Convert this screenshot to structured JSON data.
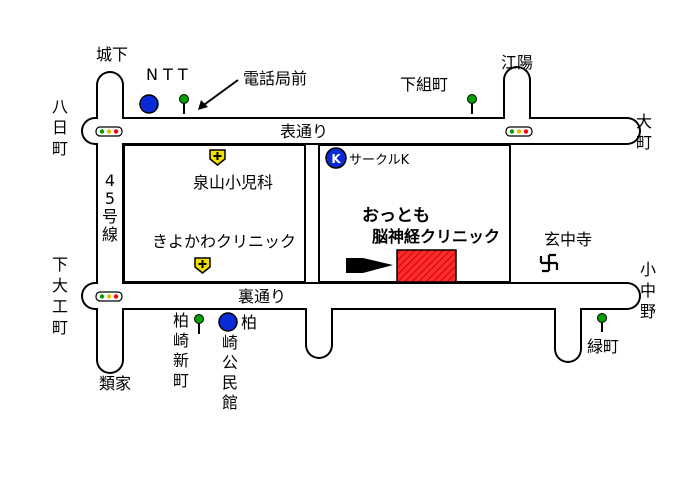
{
  "map": {
    "roads": {
      "omote_dori": "表通り",
      "ura_dori": "裏通り",
      "route_45": [
        "4",
        "5",
        "号",
        "線"
      ]
    },
    "places": {
      "shiroshita": "城下",
      "ntt": "N T T",
      "denwakyoku_mae": "電話局前",
      "shimogumicho": "下組町",
      "koyo": "江陽",
      "yokamachi": [
        "八",
        "日",
        "町"
      ],
      "omachi": [
        "大",
        "町"
      ],
      "izumiyama_shonika": "泉山小児科",
      "kiyokawa_clinic": "きよかわクリニック",
      "circle_k": "サークルK",
      "clinic_name_1": "おっとも",
      "clinic_name_2": "脳神経クリニック",
      "genchuji": "玄中寺",
      "shimodaikumachi": [
        "下",
        "大",
        "工",
        "町"
      ],
      "konakano": [
        "小",
        "中",
        "野"
      ],
      "kashiwazaki_shinmachi": [
        "柏",
        "崎",
        "新",
        "町"
      ],
      "kashiwazaki_kominkan": [
        "柏",
        "崎",
        "公",
        "民",
        "館"
      ],
      "ruiya": "類家",
      "midorimachi": "緑町",
      "circle_k_badge": "K"
    },
    "colors": {
      "clinic_fill": "#ff2a2a",
      "ntt_blue": "#0a2ad8",
      "signal_red": "#ff0000",
      "signal_green": "#00a000",
      "bus_stop_green": "#00a000",
      "hospital_yellow": "#f0e000"
    }
  }
}
